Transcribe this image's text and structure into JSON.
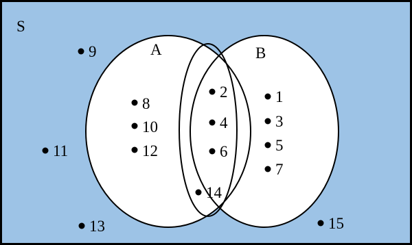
{
  "diagram": {
    "universal_set_label": "S",
    "set_a_label": "A",
    "set_b_label": "B",
    "colors": {
      "background": "#9dc3e6",
      "set_fill": "#ffffff",
      "outline": "#000000"
    },
    "only_a_elements": [
      "8",
      "10",
      "12"
    ],
    "intersection_elements": [
      "2",
      "4",
      "6",
      "14"
    ],
    "only_b_elements": [
      "1",
      "3",
      "5",
      "7"
    ],
    "outside_elements": [
      "9",
      "11",
      "13",
      "15"
    ]
  }
}
